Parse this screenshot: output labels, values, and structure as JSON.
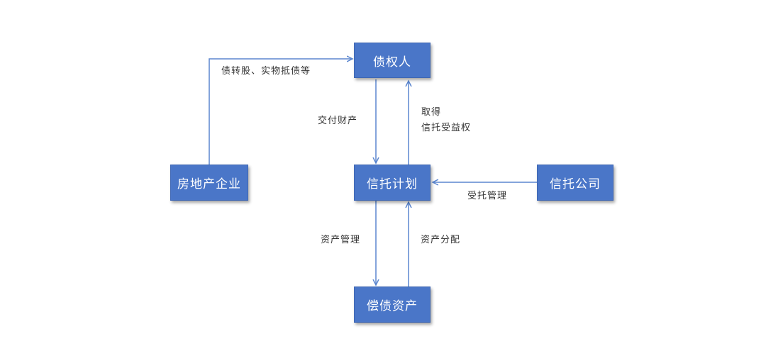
{
  "nodes": {
    "creditor": "债权人",
    "real_estate": "房地产企业",
    "trust_plan": "信托计划",
    "trust_company": "信托公司",
    "repayment_assets": "偿债资产"
  },
  "edges": {
    "real_estate_to_creditor": "债转股、实物抵债等",
    "creditor_to_plan": "交付财产",
    "plan_to_creditor_line1": "取得",
    "plan_to_creditor_line2": "信托受益权",
    "company_to_plan": "受托管理",
    "plan_to_assets": "资产管理",
    "assets_to_plan": "资产分配"
  },
  "colors": {
    "node_fill": "#4a76c8",
    "edge_stroke": "#5b86cf"
  }
}
